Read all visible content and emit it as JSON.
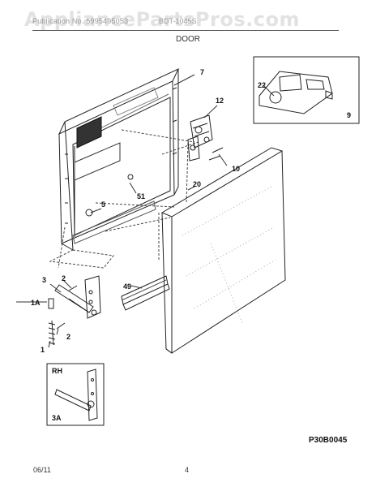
{
  "header": {
    "model_title": "Publication No. 5995495053",
    "model_number": "BDT-1045S",
    "section": "DOOR"
  },
  "watermark": "AppliancePartsPros.com",
  "callouts": {
    "p7": "7",
    "p12": "12",
    "p10": "10",
    "p20": "20",
    "p5": "5",
    "p51": "51",
    "p22": "22",
    "p9": "9",
    "p2a": "2",
    "p2b": "2",
    "p3": "3",
    "p1A": "1A",
    "p1": "1",
    "p49": "49",
    "rh": "RH",
    "p3A": "3A"
  },
  "diagram_code": "P30B0045",
  "footer": {
    "date": "06/11",
    "page": "4"
  }
}
